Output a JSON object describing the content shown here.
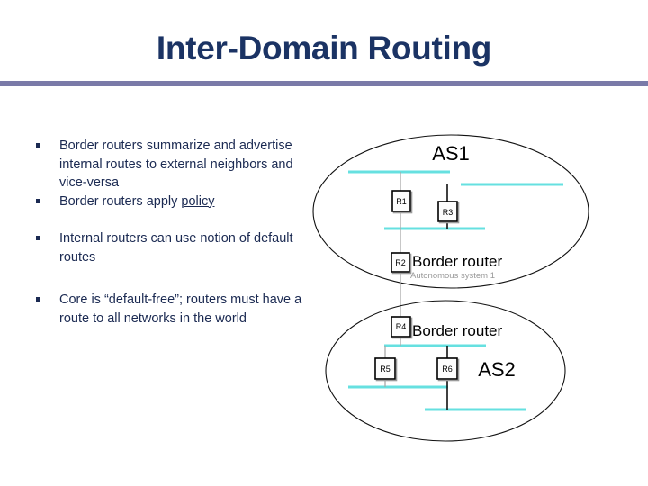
{
  "slide": {
    "title": "Inter-Domain Routing",
    "rule_color": "#7a7aa8",
    "title_color": "#1b3364"
  },
  "bullets": [
    {
      "text": "Border routers summarize and advertise internal routes to external neighbors and vice-versa"
    },
    {
      "text_before": "Border routers apply ",
      "underlined": "policy"
    },
    {
      "text": "Internal routers can use notion of default routes"
    },
    {
      "text": "Core is “default-free”; routers must have a route to all networks in the world"
    }
  ],
  "diagram": {
    "link_color": "#66e0e0",
    "as1": {
      "label": "AS1",
      "caption": "Autonomous system 1",
      "border_router_label": "Border router",
      "routers": [
        "R1",
        "R2",
        "R3"
      ]
    },
    "as2": {
      "label": "AS2",
      "border_router_label": "Border router",
      "routers": [
        "R4",
        "R5",
        "R6"
      ]
    }
  }
}
